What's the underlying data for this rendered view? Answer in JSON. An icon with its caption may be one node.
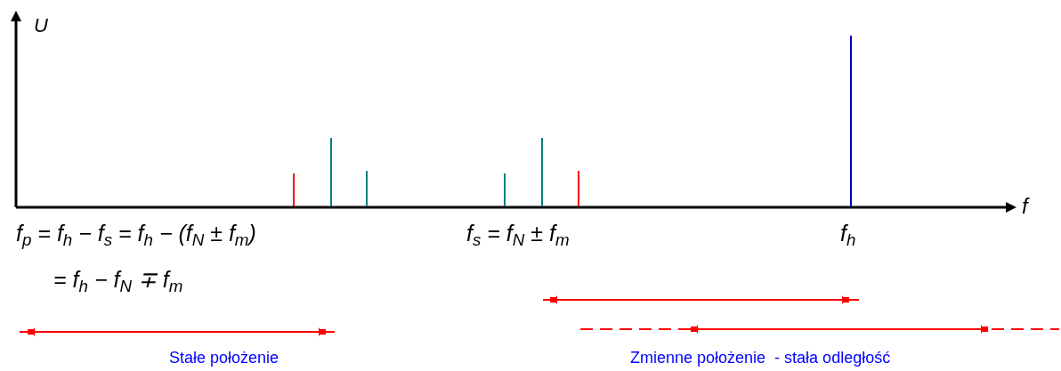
{
  "diagram": {
    "labels": [
      "U",
      "f",
      "f$_{p}$ = f$_{h}$ − f$_{s}$ = f$_{h}$ − (f$_{N}$ ± f$_{m}$)",
      "= f$_{h}$ − f$_{N}$ ∓ f$_{m}$",
      "f$_{s}$ = f$_{N}$ ± f$_{m}$",
      "f$_{h}$",
      "Stałe położenie",
      "Zmienne położenie  - stała odległość"
    ]
  }
}
